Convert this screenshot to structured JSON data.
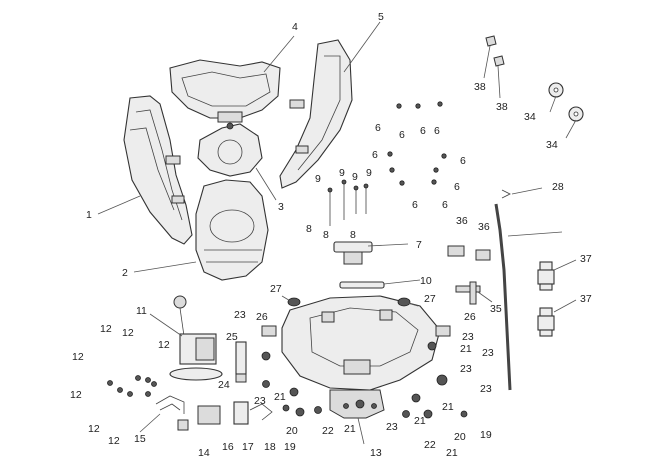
{
  "diagram": {
    "callouts": [
      "1",
      "2",
      "3",
      "4",
      "5",
      "6",
      "7",
      "8",
      "9",
      "10",
      "11",
      "12",
      "13",
      "14",
      "15",
      "16",
      "17",
      "18",
      "19",
      "20",
      "21",
      "22",
      "23",
      "24",
      "25",
      "26",
      "27",
      "28",
      "34",
      "35",
      "36",
      "37",
      "38"
    ]
  }
}
